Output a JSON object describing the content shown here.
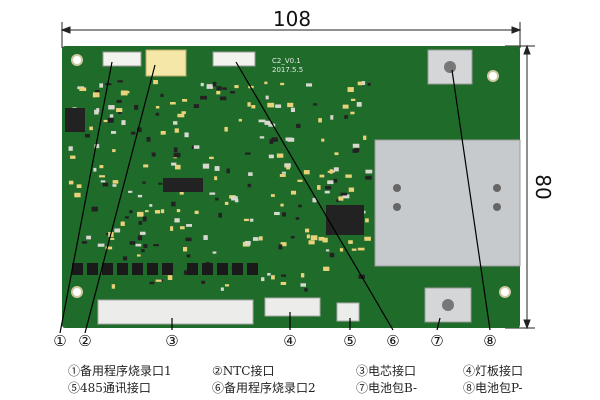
{
  "dimensions": {
    "width": "108",
    "height": "80"
  },
  "board": {
    "label_version": "C2_V0.1",
    "label_date": "2017.5.5",
    "pcb_color": "#1f6b2a",
    "heatsink_color": "#c7cacd"
  },
  "callouts": [
    "①",
    "②",
    "③",
    "④",
    "⑤",
    "⑥",
    "⑦",
    "⑧"
  ],
  "legend": [
    "①备用程序烧录口1",
    "②NTC接口",
    "③电芯接口",
    "④灯板接口",
    "⑤485通讯接口",
    "⑥备用程序烧录口2",
    "⑦电池包B-",
    "⑧电池包P-"
  ]
}
